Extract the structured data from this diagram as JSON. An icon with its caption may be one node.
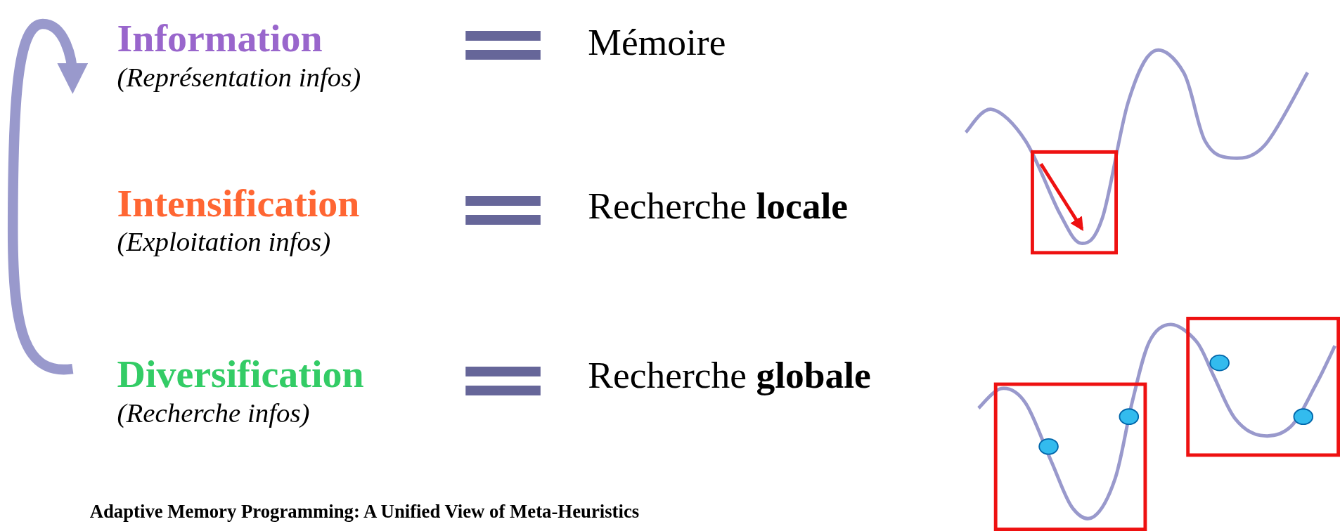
{
  "diagram": {
    "caption": "Adaptive Memory Programming: A Unified View of Meta-Heuristics",
    "nodes": [
      {
        "text": [
          "Information",
          "(Représentation infos)"
        ]
      },
      {
        "text": [
          "Intensification",
          "(Exploitation infos)"
        ]
      },
      {
        "text": [
          "Diversification",
          "(Recherche infos)"
        ]
      },
      {
        "text": [
          "Mémoire"
        ]
      },
      {
        "text": [
          "Recherche **locale**"
        ]
      },
      {
        "text": [
          "Recherche **globale**"
        ]
      }
    ],
    "edges": [
      {
        "from": 2,
        "to": 0,
        "arrow": "to"
      }
    ],
    "labels": [
      "=",
      "=",
      "="
    ]
  }
}
